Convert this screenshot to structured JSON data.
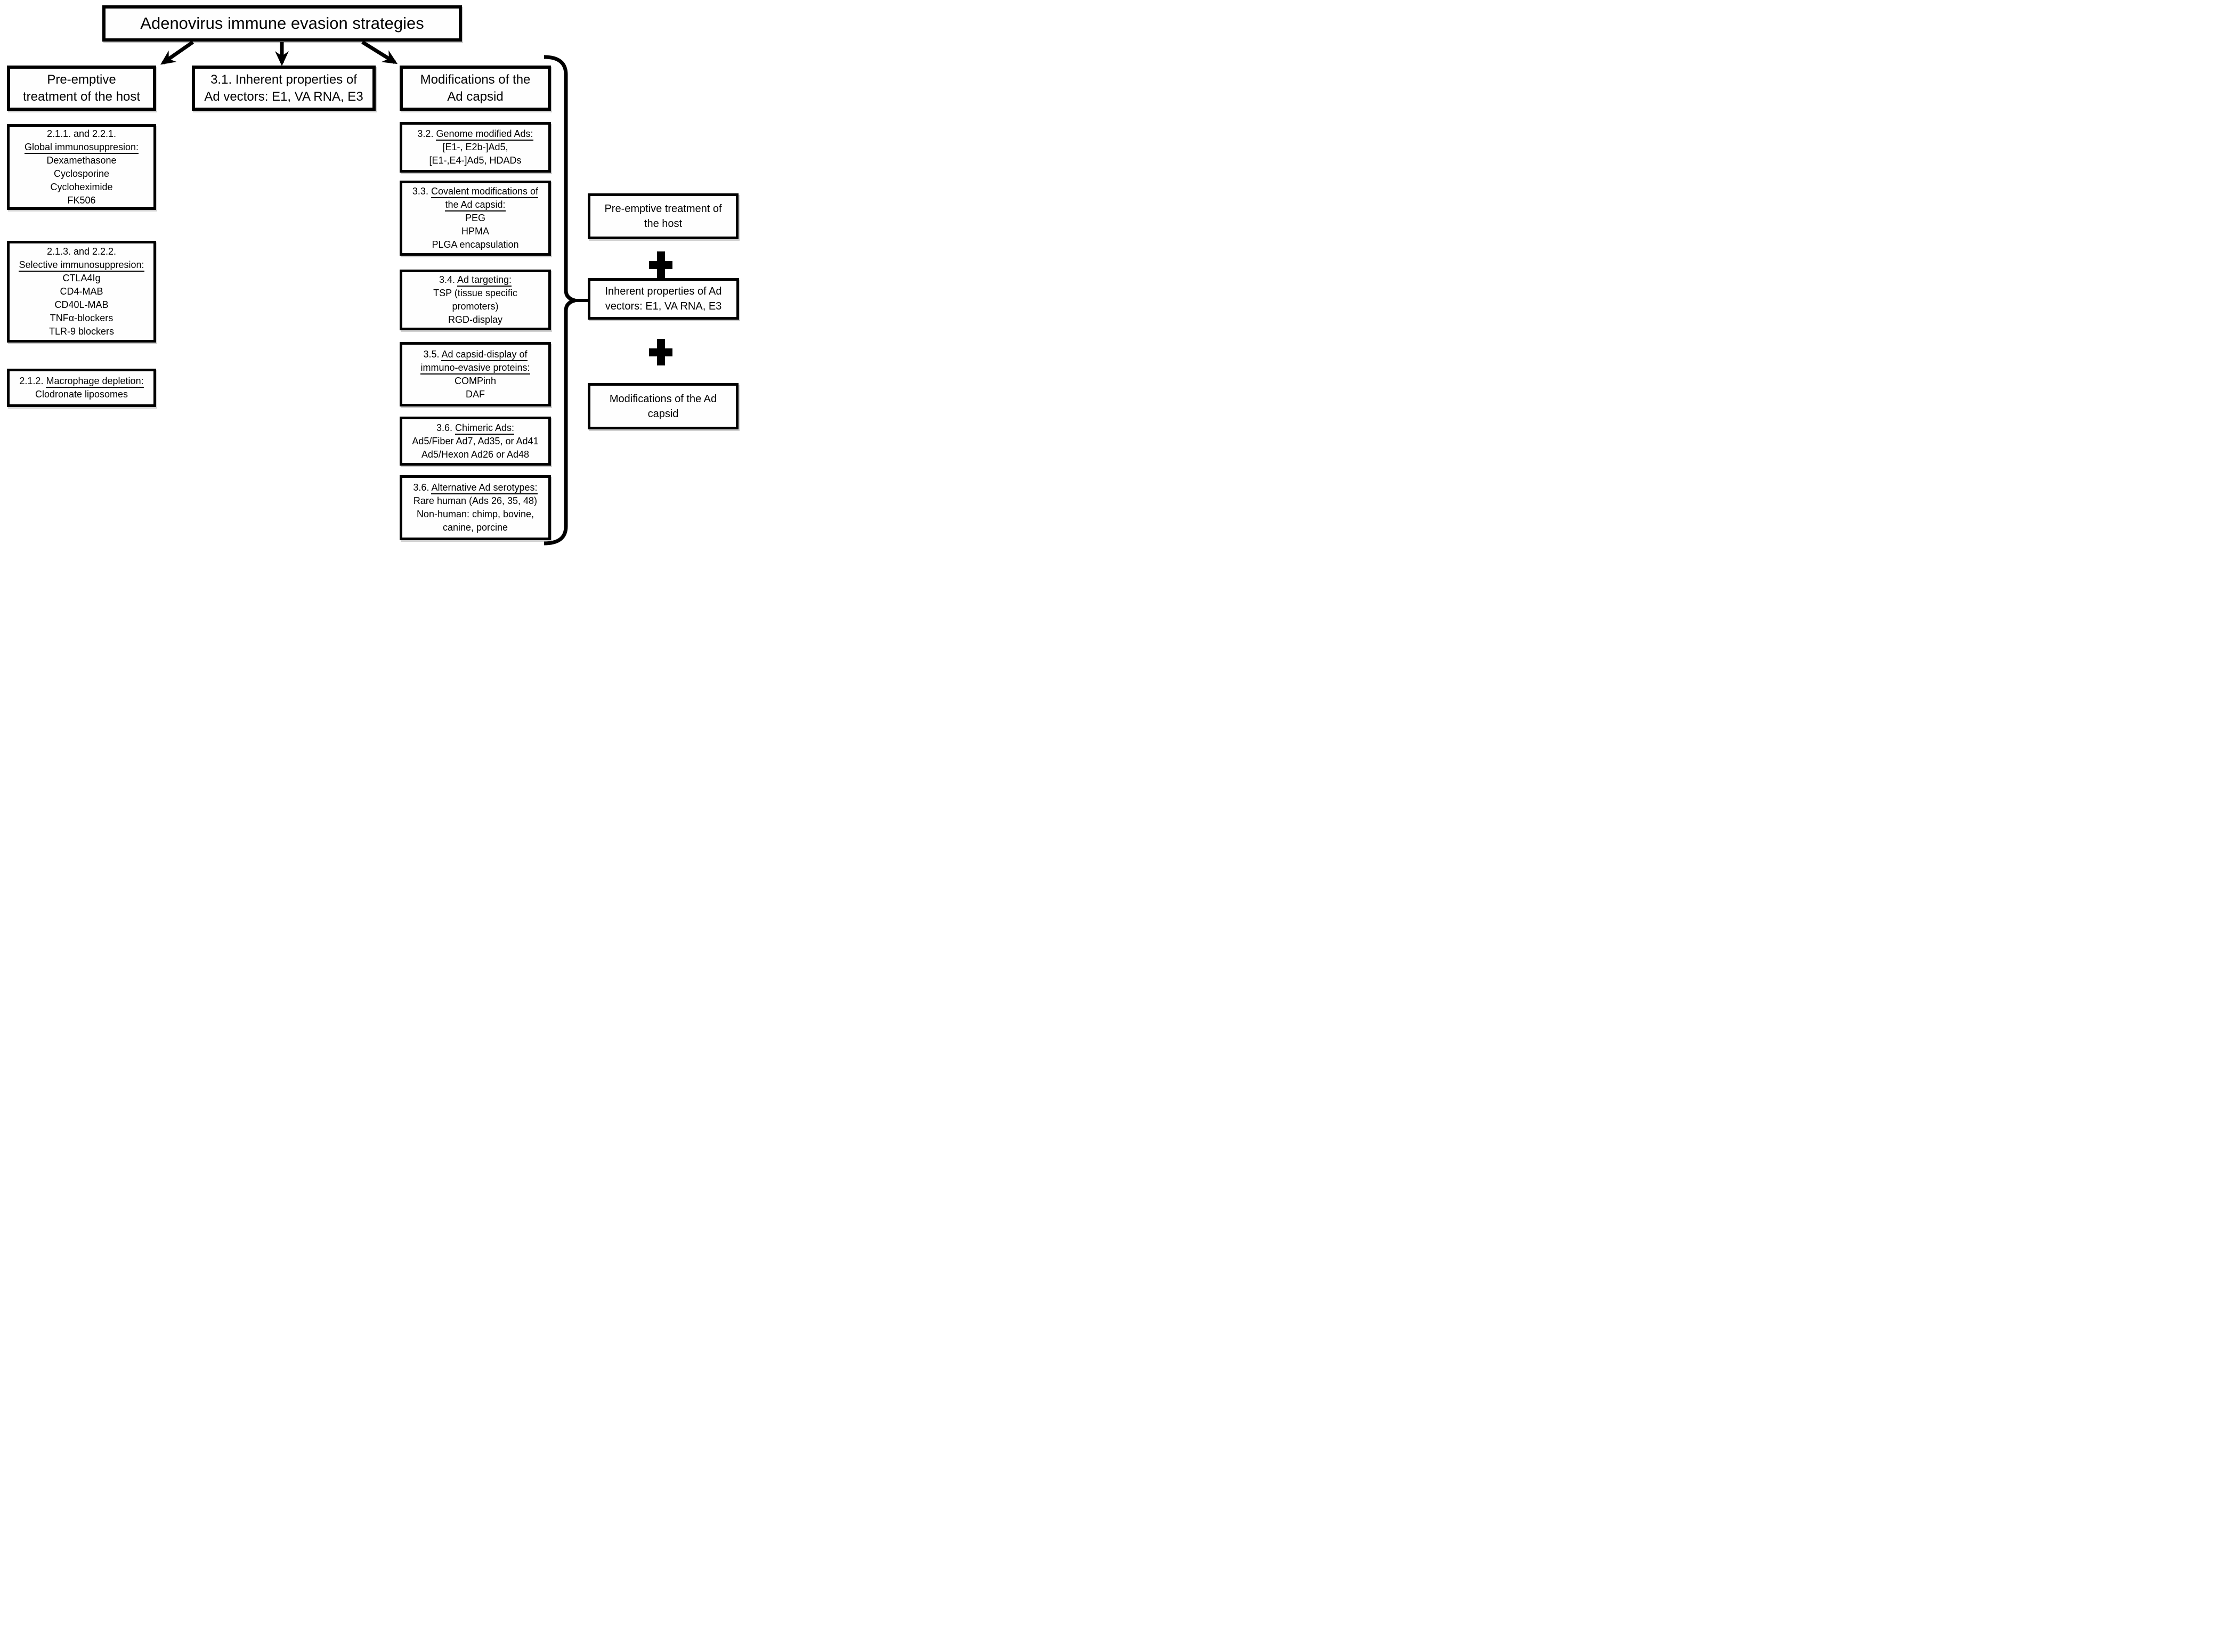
{
  "title": "Adenovirus immune evasion strategies",
  "columns": {
    "left": {
      "header_lines": [
        "Pre-emptive",
        "treatment of the host"
      ],
      "boxes": [
        {
          "name": "global-immunosuppression",
          "lines": [
            "2.1.1. and 2.2.1.",
            {
              "underlined": "Global immunosuppresion:"
            },
            "Dexamethasone",
            "Cyclosporine",
            "Cycloheximide",
            "FK506"
          ]
        },
        {
          "name": "selective-immunosuppression",
          "lines": [
            "2.1.3. and 2.2.2.",
            {
              "underlined": "Selective immunosuppresion:"
            },
            "CTLA4Ig",
            "CD4-MAB",
            "CD40L-MAB",
            "TNFα-blockers",
            "TLR-9 blockers"
          ]
        },
        {
          "name": "macrophage-depletion",
          "lines": [
            {
              "prefix": "2.1.2. ",
              "underlined": "Macrophage depletion:"
            },
            "Clodronate liposomes"
          ]
        }
      ]
    },
    "middle": {
      "header_lines": [
        "3.1. Inherent properties of",
        "Ad vectors: E1, VA RNA, E3"
      ]
    },
    "right": {
      "header_lines": [
        "Modifications of the",
        "Ad capsid"
      ],
      "boxes": [
        {
          "name": "genome-modified-ads",
          "lines": [
            {
              "prefix": "3.2. ",
              "underlined": "Genome modified Ads:"
            },
            "[E1-, E2b-]Ad5,",
            "[E1-,E4-]Ad5, HDADs"
          ]
        },
        {
          "name": "covalent-modifications",
          "lines": [
            {
              "prefix": "3.3. ",
              "underlined": "Covalent modifications of"
            },
            {
              "underlined": "the Ad capsid:"
            },
            "PEG",
            "HPMA",
            "PLGA encapsulation"
          ]
        },
        {
          "name": "ad-targeting",
          "lines": [
            {
              "prefix": "3.4. ",
              "underlined": "Ad targeting:"
            },
            "TSP (tissue specific",
            "promoters)",
            "RGD-display"
          ]
        },
        {
          "name": "ad-capsid-display",
          "lines": [
            {
              "prefix": "3.5. ",
              "underlined": "Ad capsid-display of"
            },
            {
              "underlined": "immuno-evasive proteins:"
            },
            "COMPinh",
            "DAF"
          ]
        },
        {
          "name": "chimeric-ads",
          "lines": [
            {
              "prefix": "3.6. ",
              "underlined": "Chimeric Ads:"
            },
            "Ad5/Fiber Ad7, Ad35, or Ad41",
            "Ad5/Hexon Ad26 or Ad48"
          ]
        },
        {
          "name": "alternative-ad-serotypes",
          "lines": [
            {
              "prefix": "3.6. ",
              "underlined": "Alternative Ad serotypes:"
            },
            "Rare human (Ads 26, 35, 48)",
            "Non-human: chimp, bovine,",
            "canine, porcine"
          ]
        }
      ]
    }
  },
  "summary": {
    "box1_lines": [
      "Pre-emptive treatment of",
      "the host"
    ],
    "box2_lines": [
      "Inherent properties of Ad",
      "vectors: E1, VA RNA, E3"
    ],
    "box3_lines": [
      "Modifications of the Ad",
      "capsid"
    ]
  },
  "icons": {
    "plus_icon": "+",
    "arrow_icon": "↓",
    "brace_icon": "}"
  },
  "colors": {
    "ink": "#000000",
    "background": "#ffffff"
  }
}
